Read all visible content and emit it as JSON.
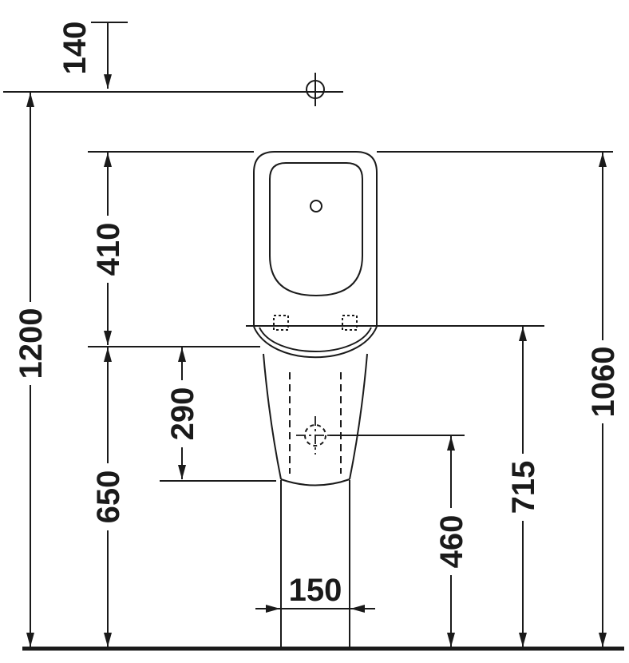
{
  "dims": {
    "supply_height_offset": "140",
    "supply_total_height": "1200",
    "top_to_rim": "410",
    "rim_height": "650",
    "rim_to_body_bottom": "290",
    "outlet_height": "460",
    "fixing_holes_height": "715",
    "top_edge_height": "1060",
    "base_width": "150"
  },
  "colors": {
    "line_color": "#1a1a1a",
    "background": "#ffffff"
  }
}
